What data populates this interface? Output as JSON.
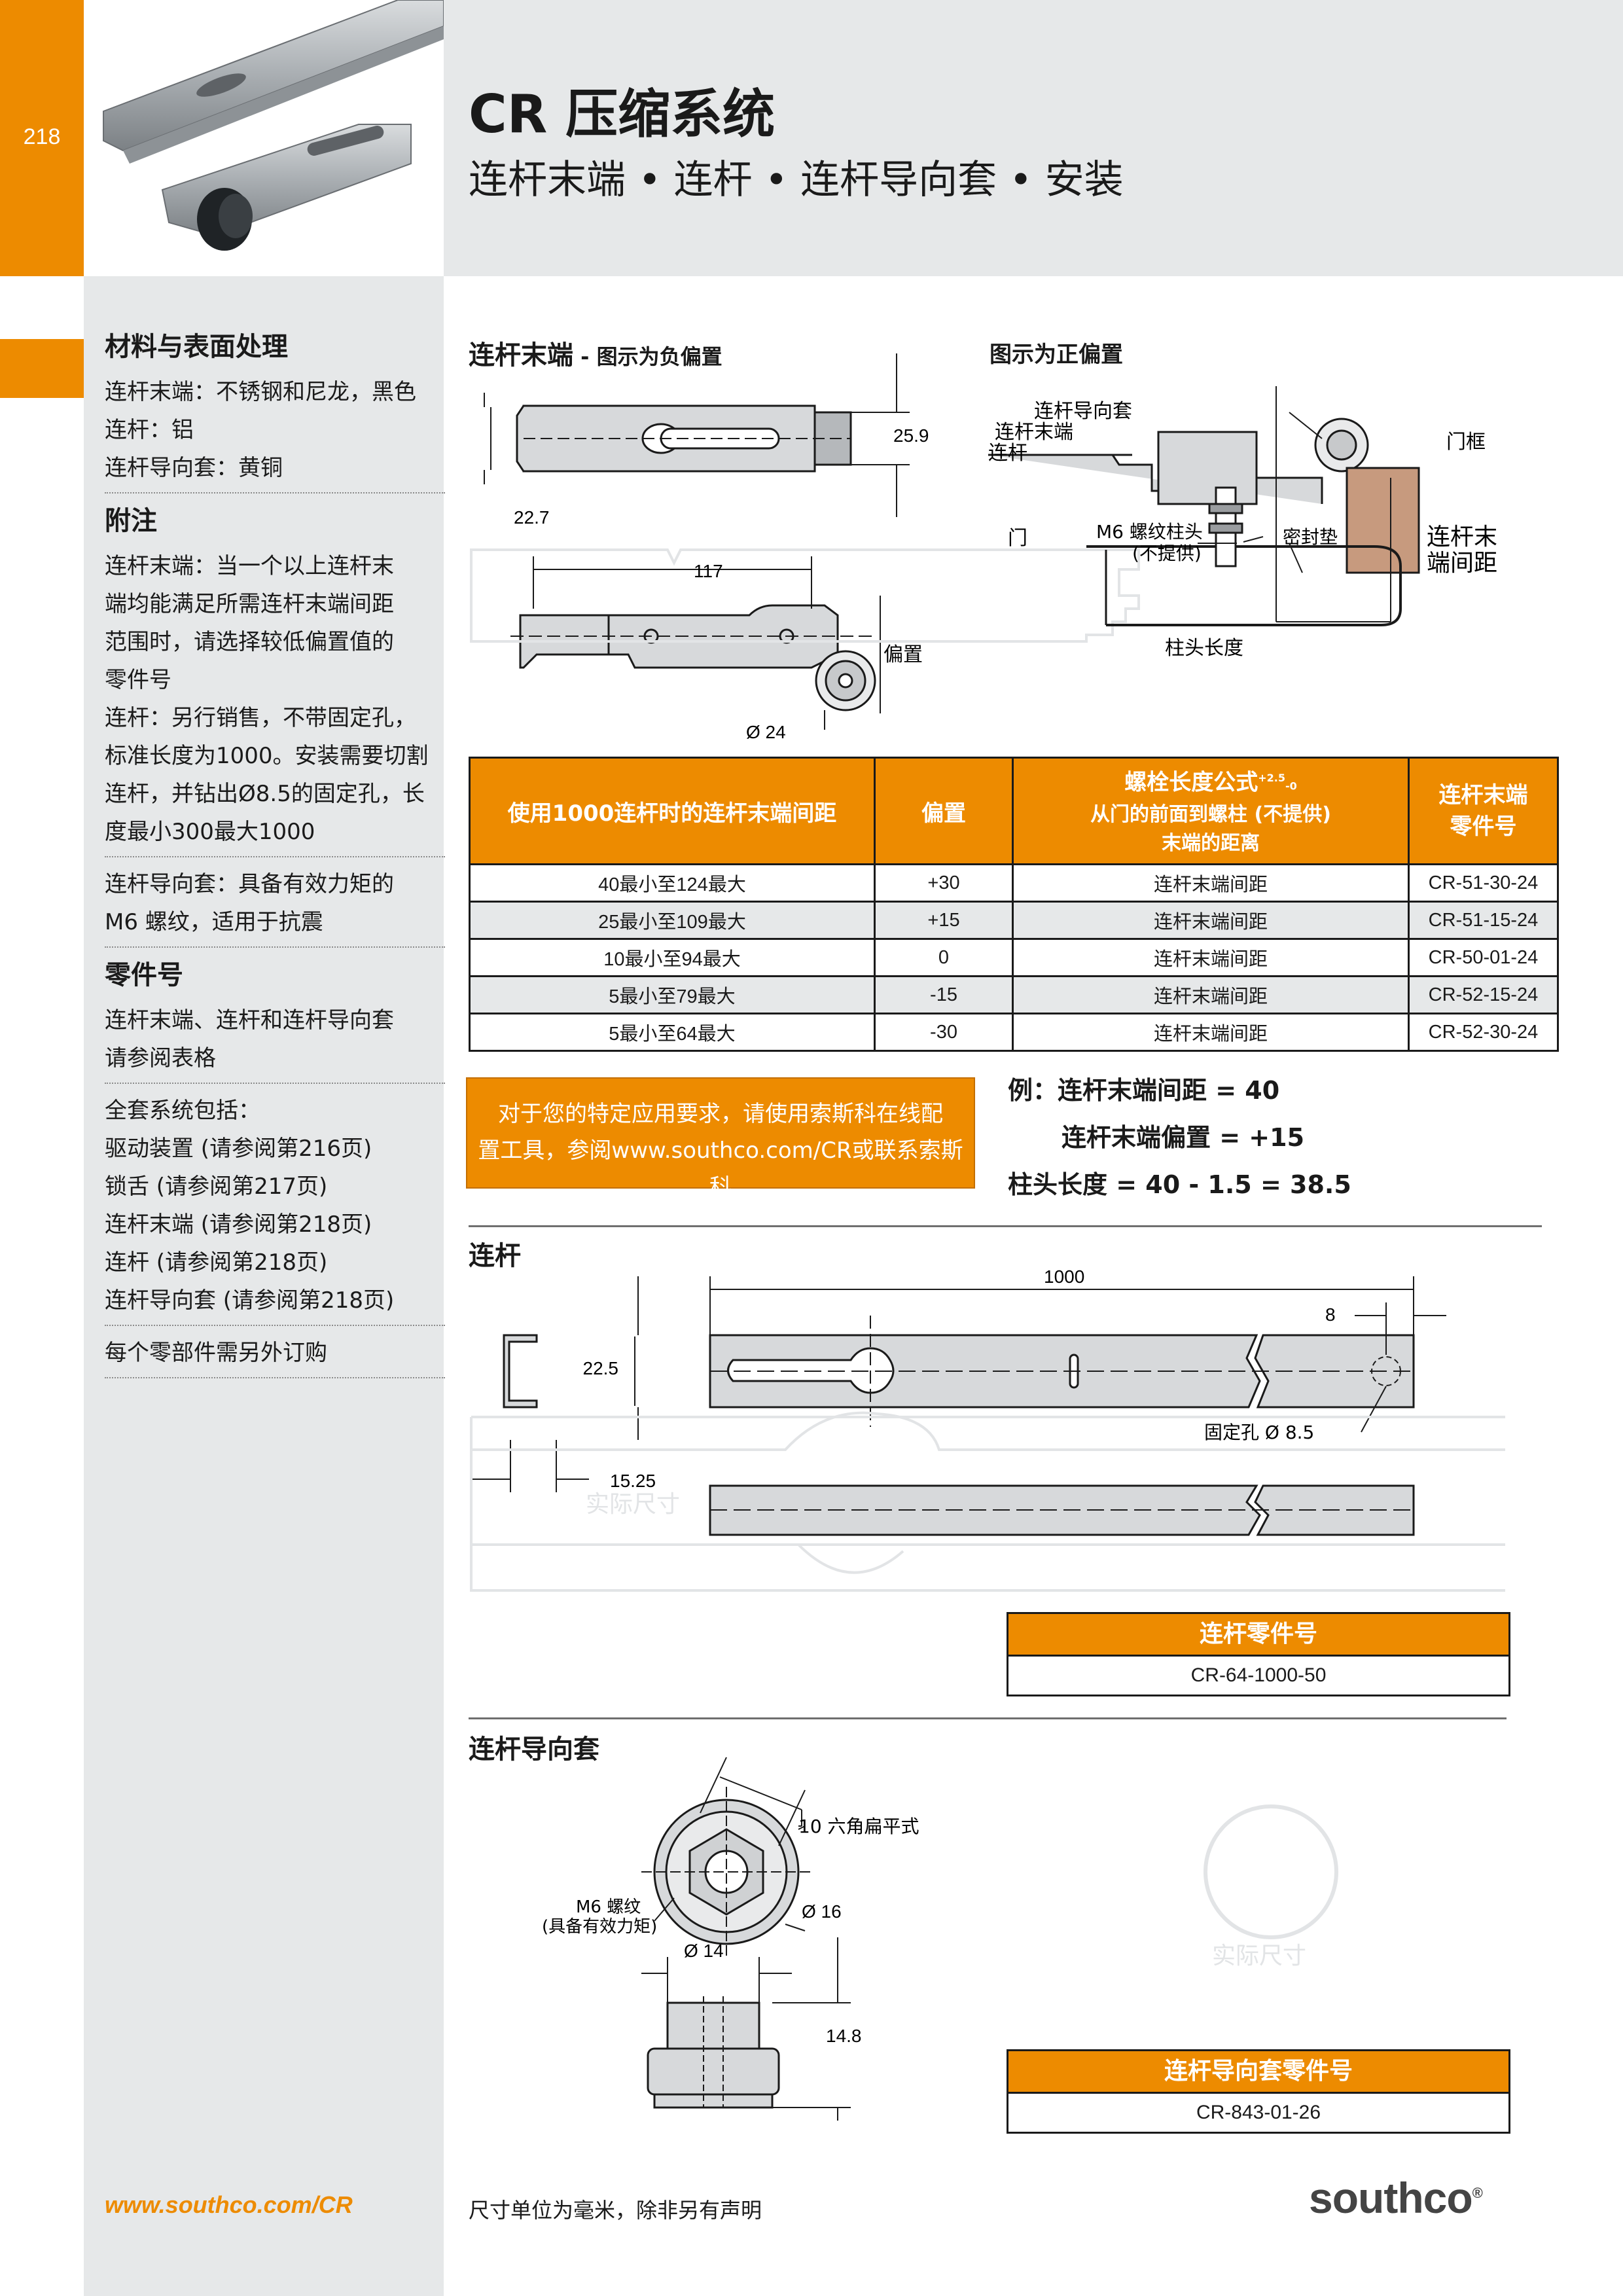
{
  "page": {
    "number": "218",
    "title": "CR 压缩系统",
    "subtitle": "连杆末端 • 连杆 • 连杆导向套 • 安装"
  },
  "sidebar": {
    "materials_heading": "材料与表面处理",
    "materials": [
      "连杆末端：不锈钢和尼龙，黑色",
      "连杆：铝",
      "连杆导向套：黄铜"
    ],
    "notes_heading": "附注",
    "notes_1": [
      "连杆末端：当一个以上连杆末",
      "端均能满足所需连杆末端间距",
      "范围时，请选择较低偏置值的",
      "零件号",
      "连杆：另行销售，不带固定孔，",
      "标准长度为1000。安装需要切割",
      "连杆，并钻出Ø8.5的固定孔，长",
      "度最小300最大1000"
    ],
    "notes_2": [
      "连杆导向套：具备有效力矩的",
      "M6 螺纹，适用于抗震"
    ],
    "parts_heading": "零件号",
    "parts": [
      "连杆末端、连杆和连杆导向套",
      "请参阅表格"
    ],
    "system_intro": "全套系统包括：",
    "system_items": [
      "驱动装置 (请参阅第216页)",
      "锁舌 (请参阅第217页)",
      "连杆末端 (请参阅第218页)",
      "连杆 (请参阅第218页)",
      "连杆导向套 (请参阅第218页)"
    ],
    "order_note": "每个零部件需另外订购"
  },
  "link_end": {
    "title": "连杆末端",
    "title_suffix": " - 图示为负偏置",
    "positive_title": "图示为正偏置",
    "dims": {
      "height": "25.9",
      "width": "22.7",
      "length": "117",
      "offset": "偏置",
      "diameter": "Ø 24"
    },
    "labels": {
      "guide": "连杆导向套",
      "end": "连杆末端",
      "rod": "连杆",
      "frame": "门框",
      "door": "门",
      "stud": "M6 螺纹柱头",
      "stud_note": "(不提供)",
      "gasket": "密封垫",
      "spacing_1": "连杆末",
      "spacing_2": "端间距",
      "stud_length": "柱头长度"
    }
  },
  "table": {
    "headers": {
      "spacing": "使用1000连杆时的连杆末端间距",
      "offset": "偏置",
      "formula_1": "螺栓长度公式",
      "tol_plus": "+2.5",
      "tol_minus": "-0",
      "formula_2": "从门的前面到螺柱 (不提供)",
      "formula_3": "末端的距离",
      "part_1": "连杆末端",
      "part_2": "零件号"
    },
    "rows": [
      [
        "40最小至124最大",
        "+30",
        "连杆末端间距",
        "CR-51-30-24"
      ],
      [
        "25最小至109最大",
        "+15",
        "连杆末端间距",
        "CR-51-15-24"
      ],
      [
        "10最小至94最大",
        "0",
        "连杆末端间距",
        "CR-50-01-24"
      ],
      [
        "5最小至79最大",
        "-15",
        "连杆末端间距",
        "CR-52-15-24"
      ],
      [
        "5最小至64最大",
        "-30",
        "连杆末端间距",
        "CR-52-30-24"
      ]
    ]
  },
  "callout": {
    "line1": "对于您的特定应用要求，请使用索斯科在线配",
    "line2": "置工具，参阅www.southco.com/CR或联系索斯科"
  },
  "example": {
    "line1": "例：连杆末端间距 = 40",
    "line2": "连杆末端偏置 = +15",
    "line3": "柱头长度 = 40 - 1.5 = 38.5"
  },
  "rod": {
    "title": "连杆",
    "dims": {
      "length": "1000",
      "offset": "8",
      "height": "22.5",
      "width": "15.25",
      "hole": "固定孔 Ø 8.5"
    },
    "actual_size": "实际尺寸",
    "pn_heading": "连杆零件号",
    "pn_value": "CR-64-1000-50"
  },
  "guide": {
    "title": "连杆导向套",
    "dims": {
      "hex": "10 六角扁平式",
      "d16": "Ø 16",
      "d14": "Ø 14",
      "h": "14.8"
    },
    "thread_1": "M6 螺纹",
    "thread_2": "(具备有效力矩)",
    "actual_size": "实际尺寸",
    "pn_heading": "连杆导向套零件号",
    "pn_value": "CR-843-01-26"
  },
  "footer": {
    "url": "www.southco.com/CR",
    "note": "尺寸单位为毫米，除非另有声明",
    "logo": "southco",
    "logo_mark": "®"
  },
  "colors": {
    "accent": "#ed8b00",
    "band": "#e6e8e9",
    "text": "#1a1a1a"
  }
}
